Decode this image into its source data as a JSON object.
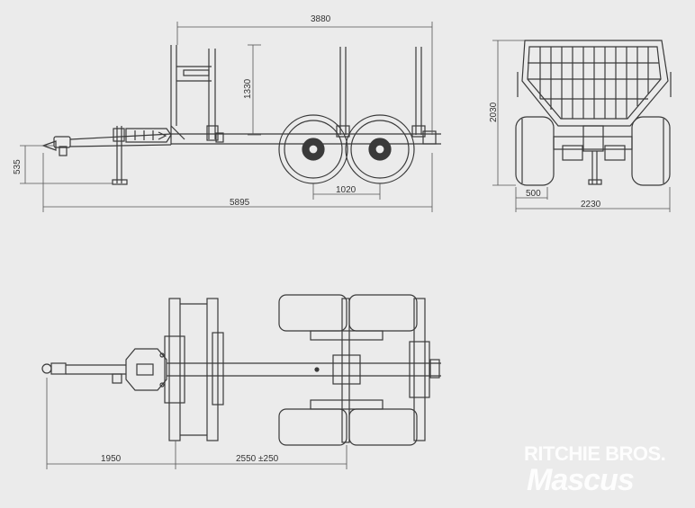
{
  "dimensions": {
    "side_overall_top": "3880",
    "side_stake_height": "1330",
    "side_hitch_height": "535",
    "side_axle_spacing": "1020",
    "side_overall_length": "5895",
    "rear_height": "2030",
    "rear_offset": "500",
    "rear_width": "2230",
    "top_drawbar": "1950",
    "top_wheelbase": "2550 ±250"
  },
  "watermark": {
    "line1": "RITCHIE BROS.",
    "line2": "Mascus"
  },
  "colors": {
    "background": "#ebebeb",
    "line": "#3a3a3a",
    "dim_line": "#555555",
    "watermark": "#ffffff"
  }
}
